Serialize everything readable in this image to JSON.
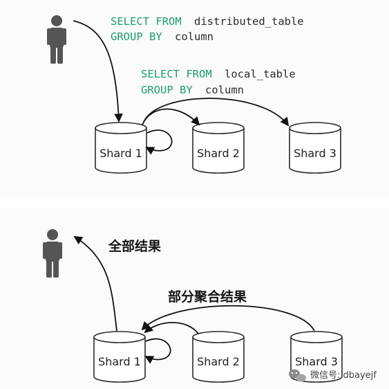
{
  "top_panel": {
    "query_distributed": {
      "line1_kw": "SELECT FROM",
      "line1_id": "distributed_table",
      "line2_kw": "GROUP BY",
      "line2_id": "column"
    },
    "query_local": {
      "line1_kw": "SELECT FROM",
      "line1_id": "local_table",
      "line2_kw": "GROUP BY",
      "line2_id": "column"
    },
    "shards": [
      "Shard 1",
      "Shard 2",
      "Shard 3"
    ]
  },
  "bottom_panel": {
    "full_result_label": "全部结果",
    "partial_result_label": "部分聚合结果",
    "shards": [
      "Shard 1",
      "Shard 2",
      "Shard 3"
    ]
  },
  "watermark": {
    "text": "微信号: dbayejf"
  },
  "colors": {
    "keyword": "#1e9c6e",
    "identifier": "#2b2b2b",
    "person": "#555555",
    "cylinder_stroke": "#2a2a2a",
    "arrow": "#111111"
  }
}
